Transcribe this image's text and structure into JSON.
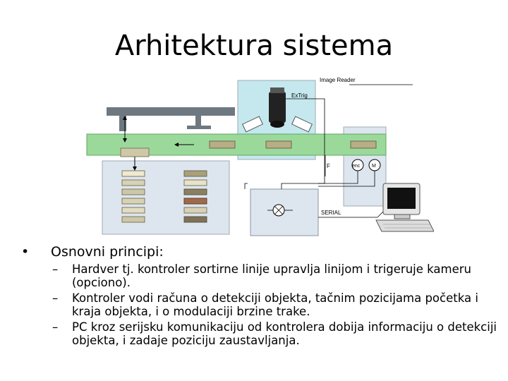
{
  "slide": {
    "title": "Arhitektura sistema",
    "main_bullet": "Osnovni principi:",
    "sub_bullets": [
      "Hardver tj. kontroler sortirne linije upravlja linijom i trigeruje kameru (opciono).",
      "Kontroler vodi računa o detekciji objekta, tačnim pozicijama početka i kraja objekta, i o modulaciji brzine trake.",
      "PC kroz serijsku komunikaciju od kontrolera dobija informaciju o detekciji objekta, i zadaje poziciju zaustavljanja."
    ]
  },
  "diagram": {
    "image_reader_label": "Image Reader",
    "camera_label": "ExTrig",
    "f_label": "F",
    "enc_label": "enc",
    "motor_label": "M",
    "serial_label": "SERIAL",
    "colors": {
      "belt": "#9bd99b",
      "panel": "#dde6ef",
      "camera_zone": "#c4e8ee",
      "gantry": "#6e7880",
      "box": "#cfc8a8"
    }
  }
}
